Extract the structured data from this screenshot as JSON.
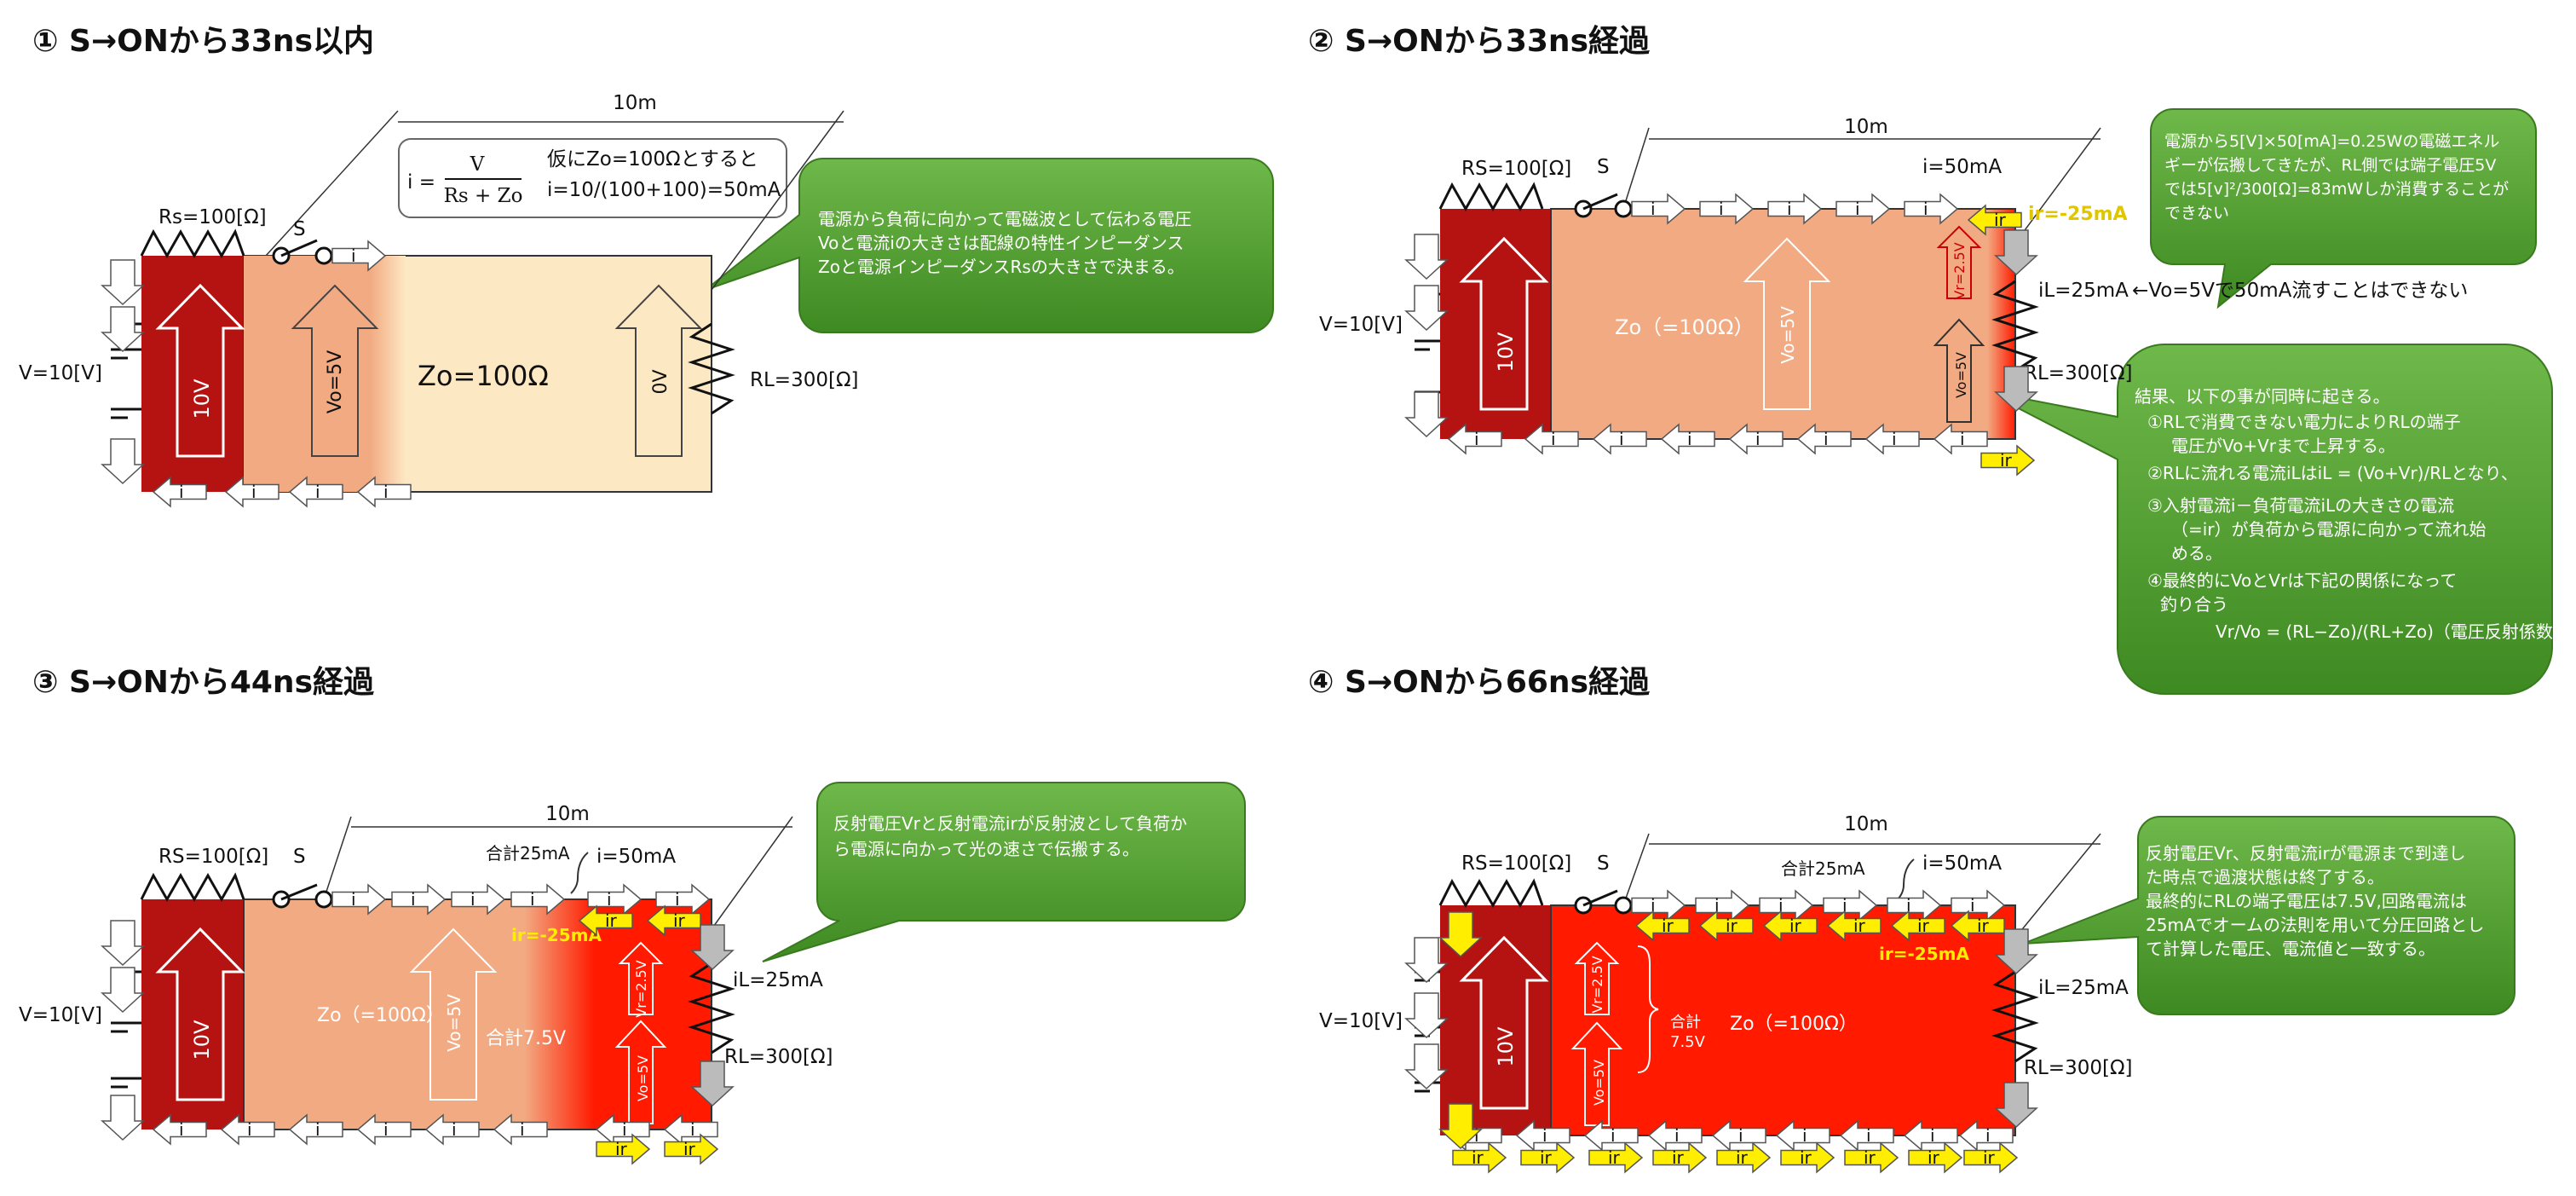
{
  "panels": [
    {
      "title": "①  S→ONから33ns以内",
      "formula": {
        "lhs": "i =",
        "num": "V",
        "den": "Rs + Zo",
        "note1": "仮にZo=100Ωとすると",
        "note2": "i=10/(100+100)=50mA"
      },
      "callout": "電源から負荷に向かって電磁波として伝わる電圧Voと電流iの大きさは配線の特性インピーダンスZoと電源インピーダンスRsの大きさで決まる。",
      "labels": {
        "rs": "Rs=100[Ω]",
        "s": "S",
        "length": "10m",
        "v": "V=10[V]",
        "rl": "RL=300[Ω]",
        "line": "Zo=100Ω",
        "src_arrow": "10V",
        "vo_arrow": "Vo=5V",
        "load_arrow": "0V"
      },
      "arrows": {
        "i": "i",
        "minus": "－"
      }
    },
    {
      "title": "②  S→ONから33ns経過",
      "callout": "電源から5[V]×50[mA]=0.25Wの電磁エネルギーが伝搬してきたが、RL側では端子電圧5Vでは5[v]²/300[Ω]=83mWしか消費することができない",
      "callout2": "結果、以下の事が同時に起きる。\n①RLで消費できない電力によりRLの端子電圧がVo+Vrまで上昇する。\n②RLに流れる電流iLはiL = (Vo+Vr)/RLとなり、\n③入射電流i－負荷電流iLの大きさの電流（=ir）が負荷から電源に向かって流れ始める。\n④最終的にVoとVrは下記の関係になって釣り合う\n　Vr/Vo = (RL−Zo)/(RL+Zo)（電圧反射係数Γ）",
      "labels": {
        "rs": "RS=100[Ω]",
        "s": "S",
        "length": "10m",
        "v": "V=10[V]",
        "rl": "RL=300[Ω]",
        "line": "Zo（=100Ω）",
        "i50": "i=50mA",
        "ir": "ir=-25mA",
        "il": "iL=25mA",
        "note": "←Vo=5Vで50mA流すことはできない",
        "src_arrow": "10V",
        "vo_arrow": "Vo=5V",
        "vr_arrow": "Vr=2.5V",
        "vo2_arrow": "Vo=5V"
      }
    },
    {
      "title": "③  S→ONから44ns経過",
      "callout": "反射電圧Vrと反射電流irが反射波として負荷から電源に向かって光の速さで伝搬する。",
      "labels": {
        "rs": "RS=100[Ω]",
        "s": "S",
        "length": "10m",
        "v": "V=10[V]",
        "rl": "RL=300[Ω]",
        "line": "Zo（=100Ω）",
        "i50": "i=50mA",
        "ir": "ir=-25mA",
        "il": "iL=25mA",
        "sum_i": "合計25mA",
        "sum_v": "合計7.5V",
        "src_arrow": "10V",
        "vo_arrow": "Vo=5V",
        "vr_arrow": "Vr=2.5V",
        "vo2_arrow": "Vo=5V"
      }
    },
    {
      "title": "④  S→ONから66ns経過",
      "callout": "反射電圧Vr、反射電流irが電源まで到達した時点で過渡状態は終了する。\n最終的にRLの端子電圧は7.5V,回路電流は25mAでオームの法則を用いて分圧回路として計算した電圧、電流値と一致する。",
      "labels": {
        "rs": "RS=100[Ω]",
        "s": "S",
        "length": "10m",
        "v": "V=10[V]",
        "rl": "RL=300[Ω]",
        "line": "Zo（=100Ω）",
        "i50": "i=50mA",
        "ir": "ir=-25mA",
        "il": "iL=25mA",
        "sum_i": "合計25mA",
        "sum_v1": "合計",
        "sum_v2": "7.5V",
        "src_arrow": "10V",
        "vo_arrow": "Vo=5V",
        "vr_arrow": "Vr=2.5V"
      }
    }
  ],
  "colors": {
    "source": "#b51212",
    "line_light": "#fde8c4",
    "line_orange": "#f2aa82",
    "reflect": "#ff1a00",
    "callout": "#4d9a2c",
    "ir_arrow": "#ffee00",
    "ir_text": "#e0c600"
  }
}
